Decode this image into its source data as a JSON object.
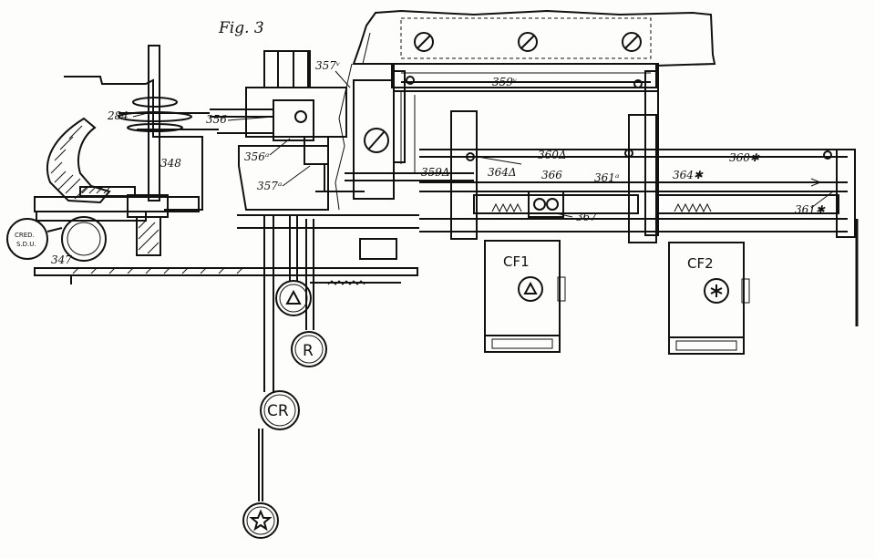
{
  "figure": {
    "title": "Fig. 3"
  },
  "labels": {
    "l357v": "357ᵛ",
    "l359v": "359ᵛ",
    "l284": "284",
    "l356": "356",
    "l356a": "356ᵃ",
    "l357a": "357ᵃ",
    "l348": "348",
    "l359d": "359Δ",
    "l364d": "364Δ",
    "l366": "366",
    "l361a": "361ᵃ",
    "l360d": "360Δ",
    "l360s": "360✱",
    "l364s": "364✱",
    "l361s": "361✱",
    "l367": "367",
    "l347": "347"
  },
  "stamp": {
    "line1": "CRED.",
    "line2": "S.D.U."
  },
  "units": {
    "cf1": "CF1",
    "cf2": "CF2"
  },
  "keys": {
    "r": "R",
    "cr": "CR"
  },
  "icons": {
    "key_triangle": "triangle-icon",
    "key_r_circled": "circled-r-icon",
    "key_star": "star-icon",
    "cf1_symbol": "triangle-icon",
    "cf2_symbol": "asterisk-icon"
  }
}
